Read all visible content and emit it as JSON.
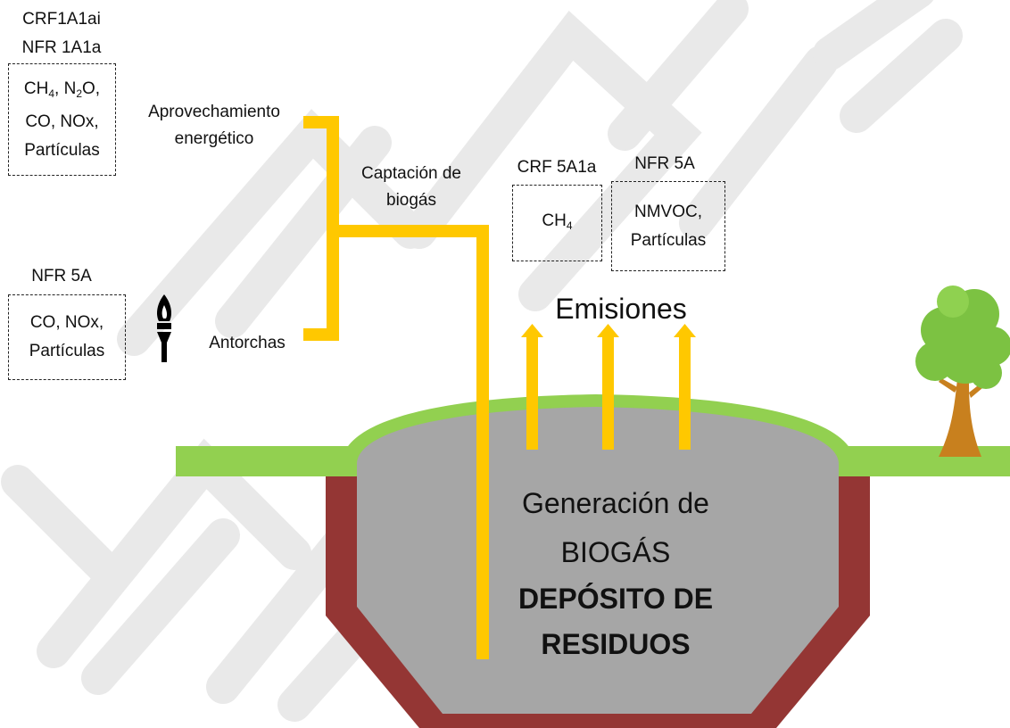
{
  "top_left": {
    "code_line1": "CRF1A1ai",
    "code_line2": "NFR 1A1a",
    "box_line1": "CH4, N2O,",
    "box_line2": "CO, NOx,",
    "box_line3": "Partículas"
  },
  "mid_left": {
    "code": "NFR 5A",
    "box_line1": "CO, NOx,",
    "box_line2": "Partículas"
  },
  "labels": {
    "energy_line1": "Aprovechamiento",
    "energy_line2": "energético",
    "capture_line1": "Captación de",
    "capture_line2": "biogás",
    "torches": "Antorchas",
    "emissions": "Emisiones"
  },
  "emission_boxes": {
    "crf_code": "CRF 5A1a",
    "crf_gas": "CH4",
    "nfr_code": "NFR 5A",
    "nfr_line1": "NMVOC,",
    "nfr_line2": "Partículas"
  },
  "landfill": {
    "line1": "Generación de",
    "line2": "BIOGÁS",
    "line3": "DEPÓSITO DE",
    "line4": "RESIDUOS"
  },
  "colors": {
    "pipe": "#ffc800",
    "ground": "#92d050",
    "wall": "#943634",
    "waste": "#a6a6a6",
    "watermark": "#e8e8e8",
    "tree_leaf": "#7cc242",
    "tree_trunk": "#c8801e"
  },
  "icons": [
    "torch-icon",
    "tree-icon"
  ]
}
